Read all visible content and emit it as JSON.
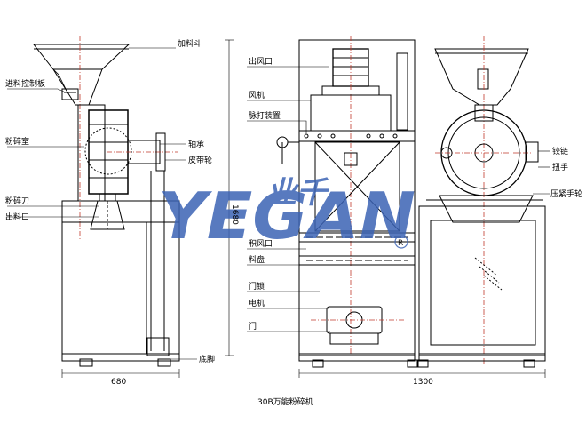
{
  "caption": "30B万能粉碎机",
  "dimensions": {
    "width_left": "680",
    "width_right": "1300",
    "height": "1680"
  },
  "watermark": {
    "brand": "YEGAN",
    "chinese": "业千",
    "registered": "R",
    "color": "#3b63b5"
  },
  "left_labels": {
    "hopper": "加料斗",
    "feed_control_plate": "进料控制板",
    "crushing_chamber": "粉碎室",
    "bearing": "轴承",
    "belt_pulley": "皮带轮",
    "crushing_blade": "粉碎刀",
    "outlet": "出料口",
    "base_foot": "底脚"
  },
  "middle_labels": {
    "air_outlet": "出风口",
    "fan": "风机",
    "beater_device": "脉打装置",
    "air_inlet": "积风口",
    "material_tray": "料盘",
    "door_lock": "门锁",
    "motor": "电机",
    "door": "门"
  },
  "right_labels": {
    "hinge": "铰链",
    "knob": "扭手",
    "clamp_wheel": "压紧手轮"
  }
}
